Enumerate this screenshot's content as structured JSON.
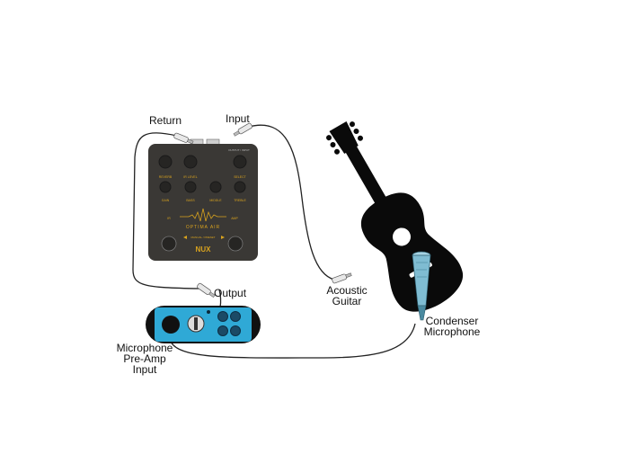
{
  "labels": {
    "return": "Return",
    "input": "Input",
    "output": "Output",
    "acoustic_guitar": [
      "Acoustic",
      "Guitar"
    ],
    "condenser_microphone": [
      "Condenser",
      "Microphone"
    ],
    "mic_preamp_input": [
      "Microphone",
      "Pre-Amp",
      "Input"
    ]
  },
  "pedal": {
    "brand": "NUX",
    "model": "OPTIMA AIR",
    "knob_labels_top": [
      "REVERB",
      "IR LEVEL",
      "SELECT"
    ],
    "knob_labels_mid": [
      "GAIN",
      "BASS",
      "MIDDLE",
      "TREBLE"
    ],
    "side_labels": [
      "IR",
      "AMP"
    ],
    "footer_text": "MANUAL / PRESET",
    "corner_text": "OUTPUT / INPUT"
  },
  "colors": {
    "pedal_body": "#3a3835",
    "pedal_accent": "#d9a31e",
    "preamp_blue": "#2fa9d6",
    "preamp_dark": "#1b4a66",
    "guitar": "#0a0a0a",
    "microphone": "#7fbcd2",
    "cable": "#222222"
  }
}
